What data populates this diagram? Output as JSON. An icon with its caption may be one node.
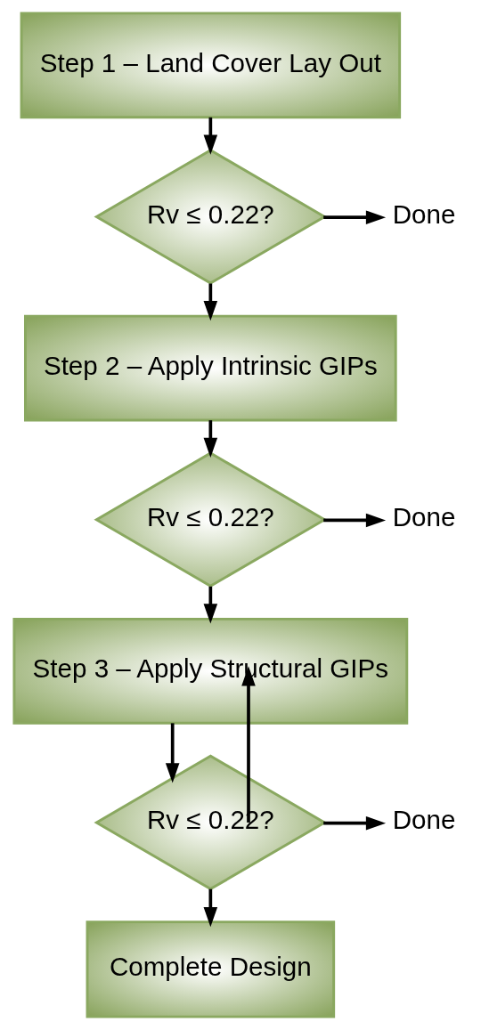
{
  "diagram": {
    "nodes": [
      {
        "text": [
          "Step 1 – Land Cover Lay Out"
        ]
      },
      {
        "text": [
          "Rv ≤ 0.22?"
        ]
      },
      {
        "text": [
          "Done"
        ]
      },
      {
        "text": [
          "Step 2 – Apply Intrinsic GIPs"
        ]
      },
      {
        "text": [
          "Rv ≤ 0.22?"
        ]
      },
      {
        "text": [
          "Done"
        ]
      },
      {
        "text": [
          "Step 3 – Apply Structural GIPs"
        ]
      },
      {
        "text": [
          "Rv ≤ 0.22?"
        ]
      },
      {
        "text": [
          "Done"
        ]
      },
      {
        "text": [
          "Complete Design"
        ]
      }
    ],
    "edges": [
      {
        "from": 0,
        "to": 1,
        "arrow": "to"
      },
      {
        "from": 1,
        "to": 2,
        "arrow": "to"
      },
      {
        "from": 1,
        "to": 3,
        "arrow": "to"
      },
      {
        "from": 3,
        "to": 4,
        "arrow": "to"
      },
      {
        "from": 4,
        "to": 5,
        "arrow": "to"
      },
      {
        "from": 4,
        "to": 6,
        "arrow": "to"
      },
      {
        "from": 6,
        "to": 7,
        "arrow": "to"
      },
      {
        "from": 7,
        "to": 8,
        "arrow": "to"
      },
      {
        "from": 7,
        "to": 6,
        "arrow": "to"
      },
      {
        "from": 7,
        "to": 9,
        "arrow": "to"
      }
    ]
  }
}
